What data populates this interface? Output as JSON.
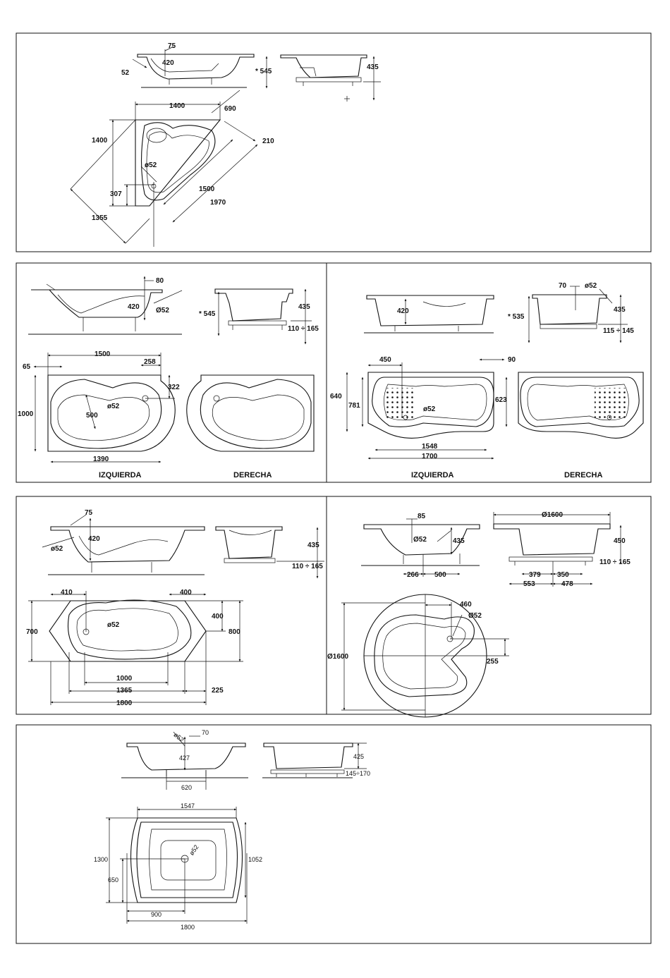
{
  "colors": {
    "ink": "#111111",
    "paper": "#ffffff"
  },
  "panel_corner": {
    "side_left": {
      "d75": "75",
      "d420": "420",
      "d52": "52"
    },
    "side_right": {
      "d545": "* 545",
      "d435": "435"
    },
    "plan": {
      "d1400_top": "1400",
      "d690": "690",
      "d1400_left": "1400",
      "d210": "210",
      "d52": "ø52",
      "d1500": "1500",
      "d307": "307",
      "d1970": "1970",
      "d1355": "1355"
    }
  },
  "panel_1500": {
    "side_left": {
      "d80": "80",
      "d420": "420",
      "d52": "Ø52"
    },
    "side_right": {
      "d545": "* 545",
      "d435": "435",
      "d110": "110 ÷ 165"
    },
    "plan": {
      "d65": "65",
      "d1500": "1500",
      "d258": "258",
      "d322": "322",
      "d1000": "1000",
      "d52": "ø52",
      "d500": "500",
      "d1390": "1390"
    },
    "izquierda": "IZQUIERDA",
    "derecha": "DERECHA"
  },
  "panel_1700": {
    "side_left": {
      "d420": "420"
    },
    "side_right": {
      "d70": "70",
      "d52": "ø52",
      "d535": "* 535",
      "d435": "435",
      "d115": "115 ÷ 145"
    },
    "plan": {
      "d450": "450",
      "d90": "90",
      "d640": "640",
      "d781": "781",
      "d623": "623",
      "d52": "ø52",
      "d1548": "1548",
      "d1700": "1700"
    },
    "izquierda": "IZQUIERDA",
    "derecha": "DERECHA"
  },
  "panel_1800": {
    "side_left": {
      "d75": "75",
      "d420": "420",
      "d52": "ø52"
    },
    "side_right": {
      "d435": "435",
      "d110": "110 ÷ 165"
    },
    "plan": {
      "d410": "410",
      "d400_top": "400",
      "d700": "700",
      "d52": "ø52",
      "d400_right": "400",
      "d800": "800",
      "d1000": "1000",
      "d1365": "1365",
      "d225": "225",
      "d1800": "1800"
    }
  },
  "panel_round": {
    "side_left": {
      "d85": "85",
      "d52": "Ø52",
      "d435": "435",
      "d266": "266",
      "d500": "500"
    },
    "side_right": {
      "d1600": "Ø1600",
      "d450": "450",
      "d110": "110 ÷ 165",
      "d379": "379",
      "d350": "350",
      "d553": "553",
      "d478": "478"
    },
    "plan": {
      "d460": "460",
      "d52": "Ø52",
      "d1600": "Ø1600",
      "d255": "255"
    }
  },
  "panel_rect": {
    "side_left": {
      "d52": "ø52",
      "d70": "70",
      "d427": "427",
      "d620": "620"
    },
    "side_right": {
      "d425": "425",
      "d145": "145÷170"
    },
    "plan": {
      "d1547": "1547",
      "d1300": "1300",
      "d52": "ø52",
      "d1052": "1052",
      "d650": "650",
      "d900": "900",
      "d1800": "1800"
    }
  }
}
